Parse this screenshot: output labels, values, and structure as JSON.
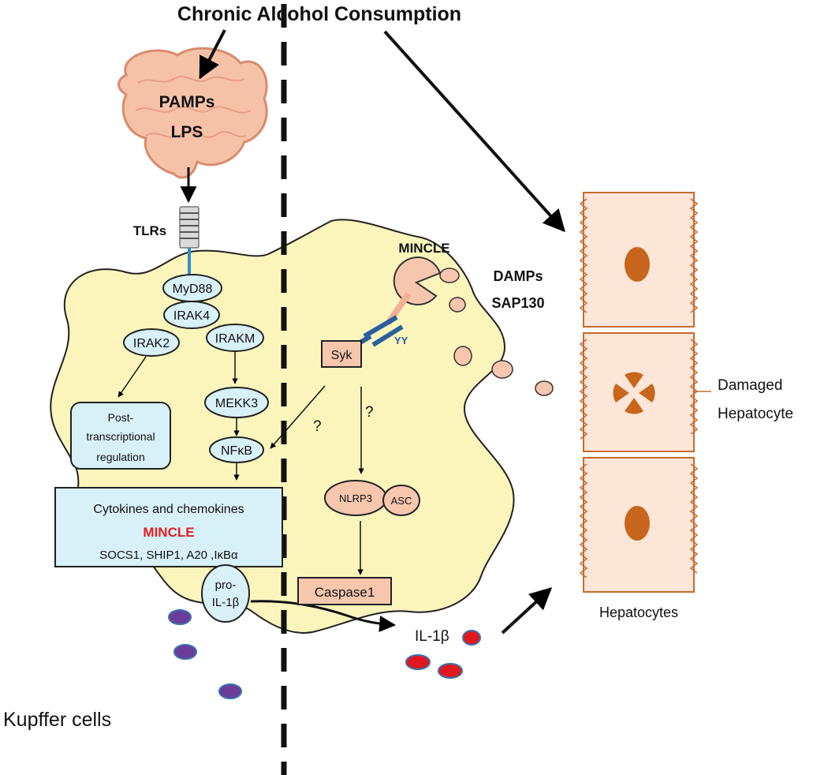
{
  "title": "Chronic Alcohol Consumption",
  "gut": {
    "line1": "PAMPs",
    "line2": "LPS"
  },
  "receptor_label": "TLRs",
  "kupffer_label": "Kupffer cells",
  "adaptors": {
    "myd88": "MyD88",
    "irak4": "IRAK4",
    "irak2": "IRAK2",
    "irakm": "IRAKM",
    "mekk3": "MEKK3",
    "nfkb": "NFκB"
  },
  "post_transcriptional": {
    "line1": "Post-",
    "line2": "transcriptional",
    "line3": "regulation"
  },
  "output_box": {
    "line1": "Cytokines and chemokines",
    "line2": "MINCLE",
    "line3": "SOCS1, SHIP1, A20 ,IκBα"
  },
  "pro_il1b": {
    "line1": "pro-",
    "line2": "IL-1β"
  },
  "mincle_receptor": "MINCLE",
  "damps": {
    "line1": "DAMPs",
    "line2": "SAP130"
  },
  "syk": "Syk",
  "yy": "YY",
  "question_mark": "?",
  "nlrp3": "NLRP3",
  "asc": "ASC",
  "caspase": "Caspase1",
  "il1b": "IL-1β",
  "damaged_hepatocyte": {
    "line1": "Damaged",
    "line2": "Hepatocyte"
  },
  "hepatocytes": "Hepatocytes",
  "colors": {
    "cell_fill": "#fbf5bc",
    "hepatocyte_stroke": "#c86a2e",
    "hepatocyte_fill": "#fbe6d8",
    "nucleus": "#c8661e",
    "node_fill": "#d8f0f8",
    "pink_fill": "#f6c6ad",
    "mincle_red": "#e02020",
    "receptor_blue": "#2a5f9e",
    "particle_purple": "#6a3d9a",
    "particle_red": "#e0181d"
  }
}
